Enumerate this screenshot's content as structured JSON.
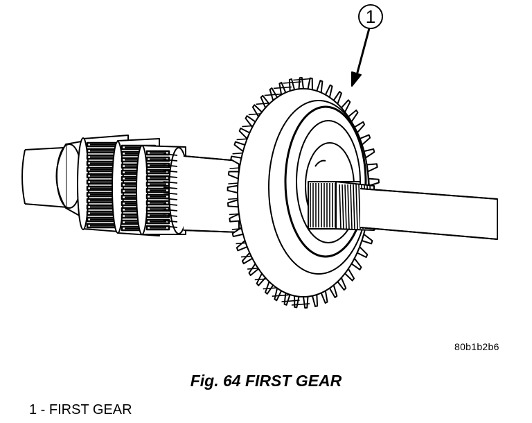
{
  "figure": {
    "callout_number": "1",
    "image_code": "80b1b2b6",
    "caption": "Fig. 64 FIRST GEAR",
    "legend": [
      {
        "label": "1 - FIRST GEAR"
      }
    ]
  }
}
